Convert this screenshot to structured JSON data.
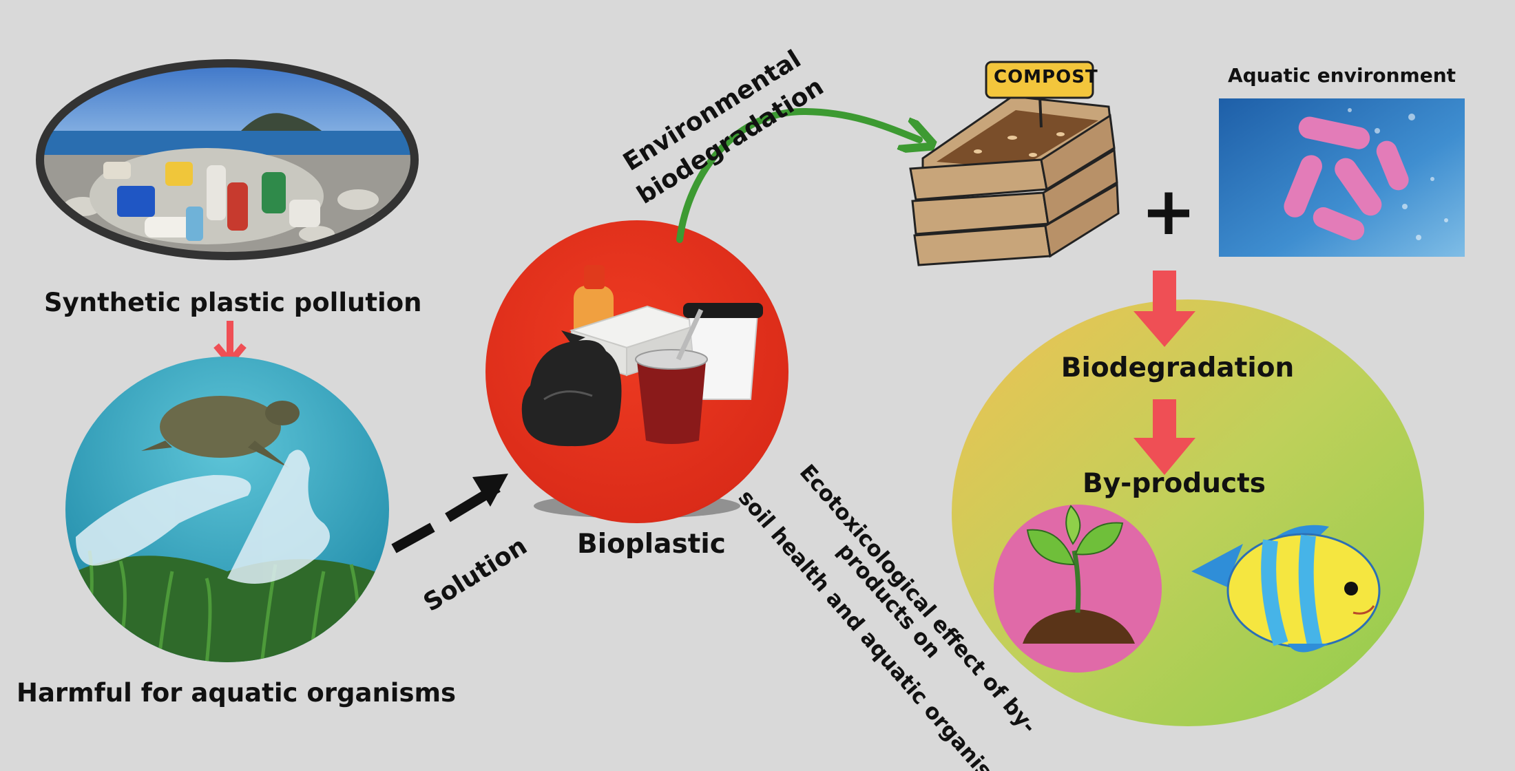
{
  "diagram": {
    "labels": {
      "synthetic_pollution": "Synthetic plastic pollution",
      "harmful": "Harmful for aquatic organisms",
      "solution": "Solution",
      "bioplastic": "Bioplastic",
      "env_line1": "Environmental",
      "env_line2": "biodegradation",
      "compost_sign": "COMPOST",
      "aquatic_env": "Aquatic environment",
      "biodegradation": "Biodegradation",
      "byproducts": "By-products",
      "eco_line1": "Ecotoxicological effect of by-",
      "eco_line2": "products on",
      "eco_line3": "soil health and aquatic organisms"
    },
    "symbols": {
      "plus": "+"
    },
    "colors": {
      "background": "#d9d9d9",
      "red_arrow": "#ef4f55",
      "green_arrow": "#3d9a32",
      "bioplastic_circle": "#e5321c",
      "byproducts_gradient_start": "#efc254",
      "byproducts_gradient_end": "#8fcc4c",
      "soil_circle": "#e06aa8"
    }
  }
}
